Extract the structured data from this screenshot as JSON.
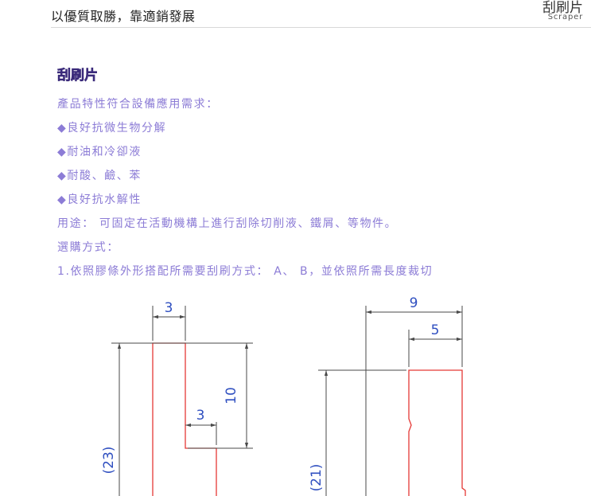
{
  "header": {
    "tagline": "以優質取勝，靠適銷發展",
    "title_zh": "刮刷片",
    "title_en": "Scraper"
  },
  "section_title": "刮刷片",
  "content": {
    "features_heading": "產品特性符合設備應用需求：",
    "features": [
      "◆良好抗微生物分解",
      "◆耐油和冷卻液",
      "◆耐酸、鹼、苯",
      "◆良好抗水解性"
    ],
    "usage": "用途： 可固定在活動機構上進行刮除切削液、鐵屑、等物件。",
    "selection_heading": " 選購方式：",
    "selection_item": "1.依照膠條外形搭配所需要刮刷方式： A、 B，並依照所需長度裁切"
  },
  "diagram_a": {
    "dim_top": "3",
    "dim_inner": "3",
    "dim_right": "10",
    "dim_height": "(23)"
  },
  "diagram_b": {
    "dim_total": "9",
    "dim_inner": "5",
    "dim_height": "(21)"
  },
  "colors": {
    "profile": "#e53935",
    "dimension": "#4a4a4a",
    "dim_text": "#2f4fc0",
    "body_text": "#8c7cd6",
    "heading": "#6a4fb3"
  }
}
